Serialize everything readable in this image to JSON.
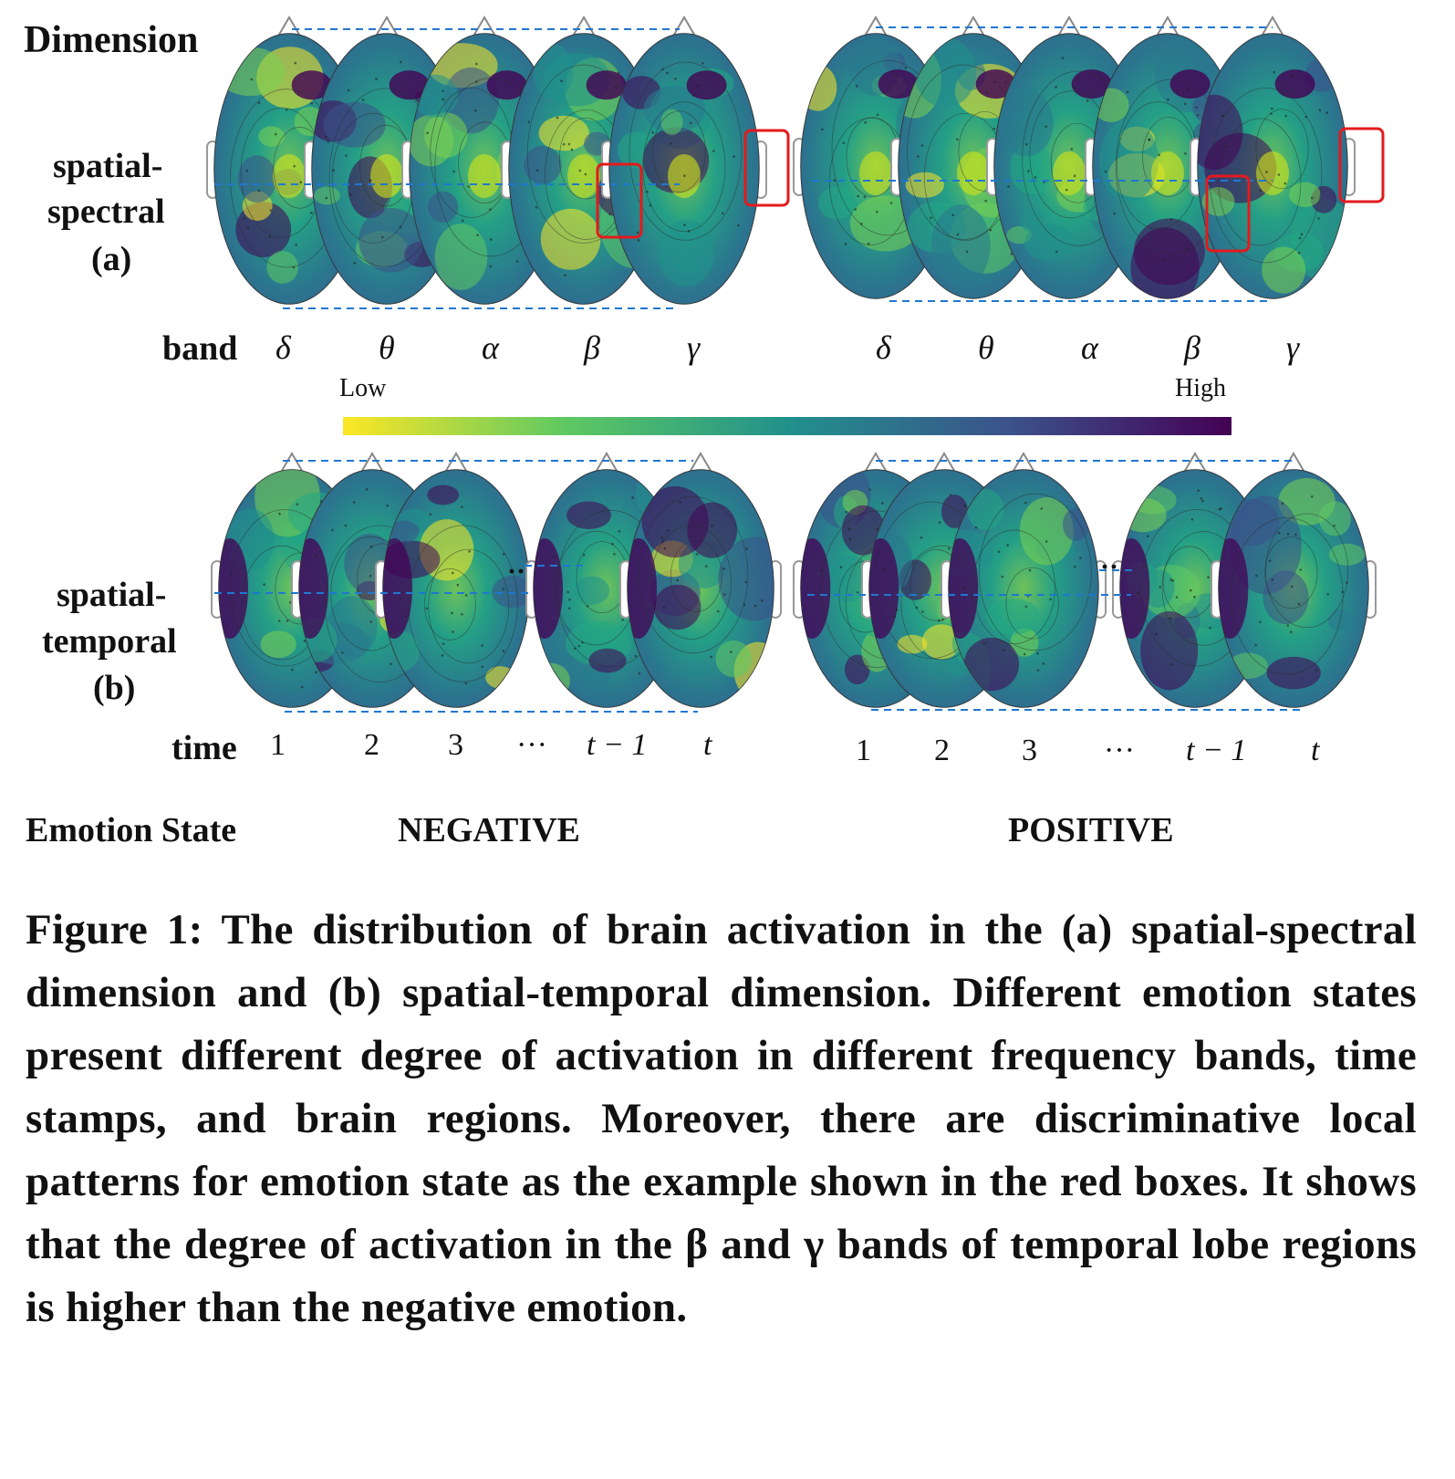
{
  "figure": {
    "dimension_label": "Dimension",
    "row_a": {
      "label_line1": "spatial-",
      "label_line2": "spectral",
      "label_line3": "(a)"
    },
    "row_b": {
      "label_line1": "spatial-",
      "label_line2": "temporal",
      "label_line3": "(b)"
    },
    "band_label": "band",
    "time_label": "time",
    "bands": [
      "δ",
      "θ",
      "α",
      "β",
      "γ"
    ],
    "time_steps": [
      "1",
      "2",
      "3",
      "···",
      "t − 1",
      "t"
    ],
    "colorbar": {
      "low": "Low",
      "high": "High",
      "colors": [
        "#fde725",
        "#5ec962",
        "#21918c",
        "#3b528b",
        "#440154"
      ]
    },
    "emotion_state_label": "Emotion State",
    "negative_label": "NEGATIVE",
    "positive_label": "POSITIVE",
    "ellipsis": "··",
    "highlight_color": "#e31a1c",
    "guide_color": "#1f77d0"
  },
  "caption": {
    "figure_number": "Figure 1:",
    "text": "The distribution of brain activation in the (a) spatial-spectral dimension and (b) spatial-temporal dimension. Different emotion states present different degree of activation in different frequency bands, time stamps, and brain regions. Moreover, there are discriminative local patterns for emotion state as the example shown in the red boxes. It shows that the degree of activation in the β and γ bands of temporal lobe regions is higher than the negative emotion."
  }
}
